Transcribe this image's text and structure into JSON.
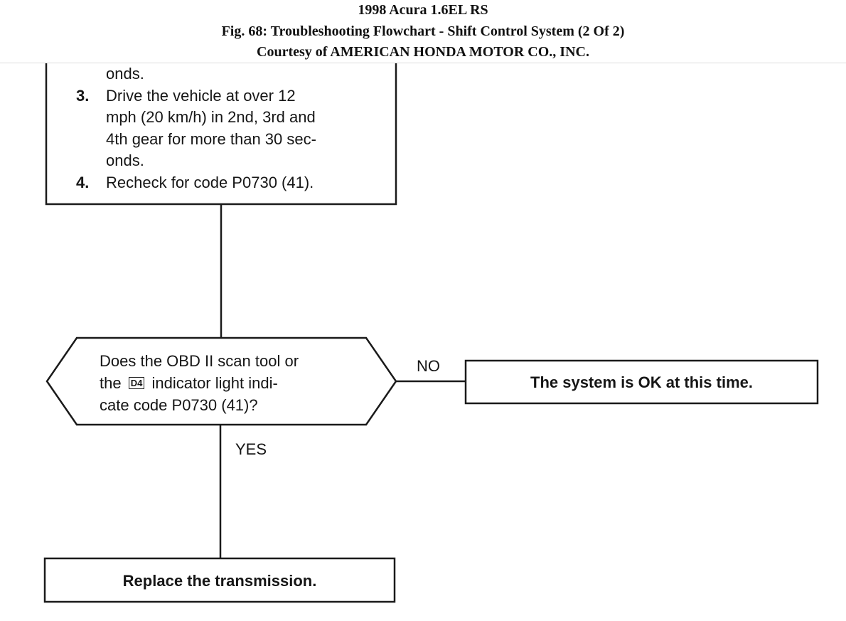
{
  "header": {
    "line1": "1998 Acura 1.6EL RS",
    "line2": "Fig. 68: Troubleshooting Flowchart - Shift Control System (2 Of 2)",
    "line3": "Courtesy of AMERICAN HONDA MOTOR CO., INC."
  },
  "procedure_box": {
    "cont_prev": "onds.",
    "step3_num": "3.",
    "step3_lines": [
      "Drive the vehicle at over 12",
      "mph (20 km/h) in 2nd, 3rd and",
      "4th gear for more than 30 sec-",
      "onds."
    ],
    "step4_num": "4.",
    "step4_text": "Recheck for code P0730 (41)."
  },
  "decision": {
    "line1": "Does the OBD II scan tool or",
    "line2_pre": "the",
    "indicator": "D4",
    "line2_post": "indicator light indi-",
    "line3": "cate code P0730 (41)?"
  },
  "labels": {
    "no": "NO",
    "yes": "YES"
  },
  "results": {
    "ok": "The system is OK at this time.",
    "replace": "Replace the transmission."
  }
}
